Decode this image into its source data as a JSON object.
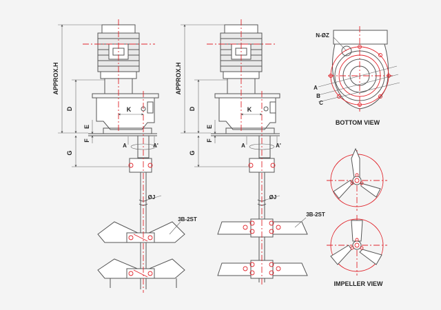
{
  "labels": {
    "approx_h": "APPROX.H",
    "d": "D",
    "e": "E",
    "f": "F",
    "g": "G",
    "k": "K",
    "a": "A",
    "a_prime": "A'",
    "shaft_dia": "ØJ",
    "impeller_type": "3B-2ST",
    "bolt_holes": "N-ØZ",
    "circle_a": "A",
    "circle_b": "B",
    "circle_c": "C",
    "bottom_view": "BOTTOM VIEW",
    "impeller_view": "IMPELLER VIEW"
  },
  "colors": {
    "line": "#555555",
    "centerline": "#e0242b",
    "background": "#f4f4f4"
  }
}
